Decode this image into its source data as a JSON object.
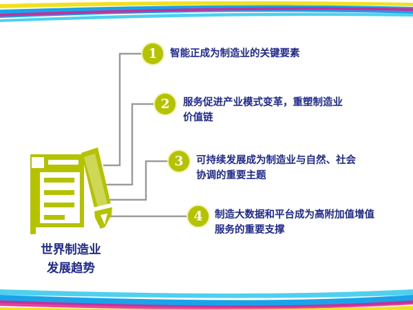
{
  "title_lines": [
    "世界制造业",
    "发展趋势"
  ],
  "items": [
    {
      "number": "1",
      "lines": [
        "智能正成为制造业的关键要素"
      ]
    },
    {
      "number": "2",
      "lines": [
        "服务促进产业模式变革，重塑制造业",
        "价值链"
      ]
    },
    {
      "number": "3",
      "lines": [
        "可持续发展成为制造业与自然、社会",
        "协调的重要主题"
      ]
    },
    {
      "number": "4",
      "lines": [
        "制造大数据和平台成为高附加值增值",
        "服务的重要支撑"
      ]
    }
  ],
  "colors": {
    "accent": "#b5c200",
    "text": "#1f2a8c",
    "connector": "#9a9a9a",
    "stripe_blue": "#1aa3e8",
    "stripe_magenta": "#e0208c",
    "stripe_cyan": "#4fd0ee",
    "stripe_yellow": "#f0e020"
  },
  "icons": [
    "document-icon",
    "pen-icon"
  ]
}
